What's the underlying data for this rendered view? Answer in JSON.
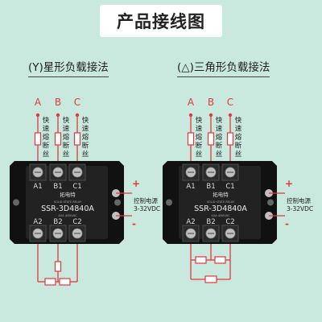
{
  "header": {
    "title": "产品接线图"
  },
  "sections": [
    {
      "label": "(Y)星形负载接法"
    },
    {
      "label": "(△)三角形负载接法"
    }
  ],
  "phases": [
    "A",
    "B",
    "C"
  ],
  "fuse_label": "快速熔断丝",
  "fuse_chars": [
    "快",
    "速",
    "熔",
    "断",
    "丝"
  ],
  "relay": {
    "brand": "拓电特",
    "model": "SSR-3D4840A",
    "subtext": "SOLID STATE RELAY",
    "subtext2": "40A 480VAC",
    "top_terminals": [
      "A1",
      "B1",
      "C1"
    ],
    "bottom_terminals": [
      "A2",
      "B2",
      "C2"
    ]
  },
  "control": {
    "plus": "+",
    "minus": "-",
    "label_line1": "控制电源",
    "label_line2": "3-32VDC"
  },
  "colors": {
    "background": "#c9e9de",
    "wire": "#e0393e",
    "relay_body": "#1a1a1a",
    "terminal": "#c0c0c0",
    "text_dark": "#1e1e1e"
  }
}
